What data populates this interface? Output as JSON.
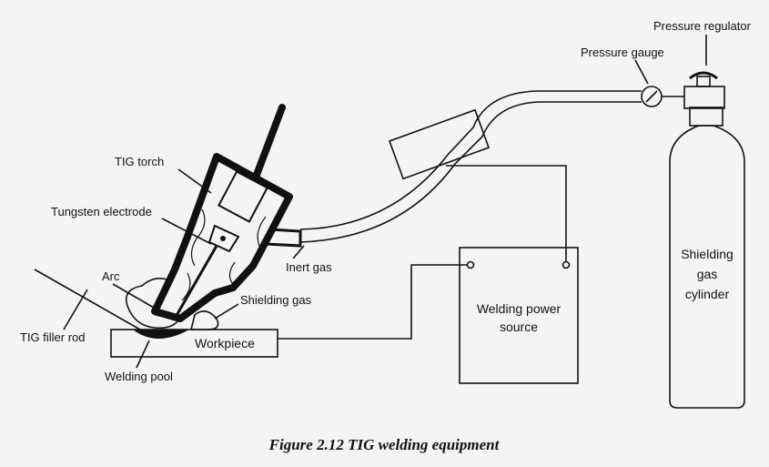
{
  "labels": {
    "pressure_regulator": "Pressure regulator",
    "pressure_gauge": "Pressure gauge",
    "tig_torch": "TIG torch",
    "tungsten_electrode": "Tungsten electrode",
    "inert_gas": "Inert gas",
    "arc": "Arc",
    "shielding_gas": "Shielding gas",
    "tig_filler_rod": "TIG filler rod",
    "workpiece": "Workpiece",
    "welding_pool": "Welding pool",
    "power_source_line1": "Welding power",
    "power_source_line2": "source",
    "cylinder_line1": "Shielding",
    "cylinder_line2": "gas",
    "cylinder_line3": "cylinder"
  },
  "caption": "Figure 2.12 TIG welding equipment"
}
